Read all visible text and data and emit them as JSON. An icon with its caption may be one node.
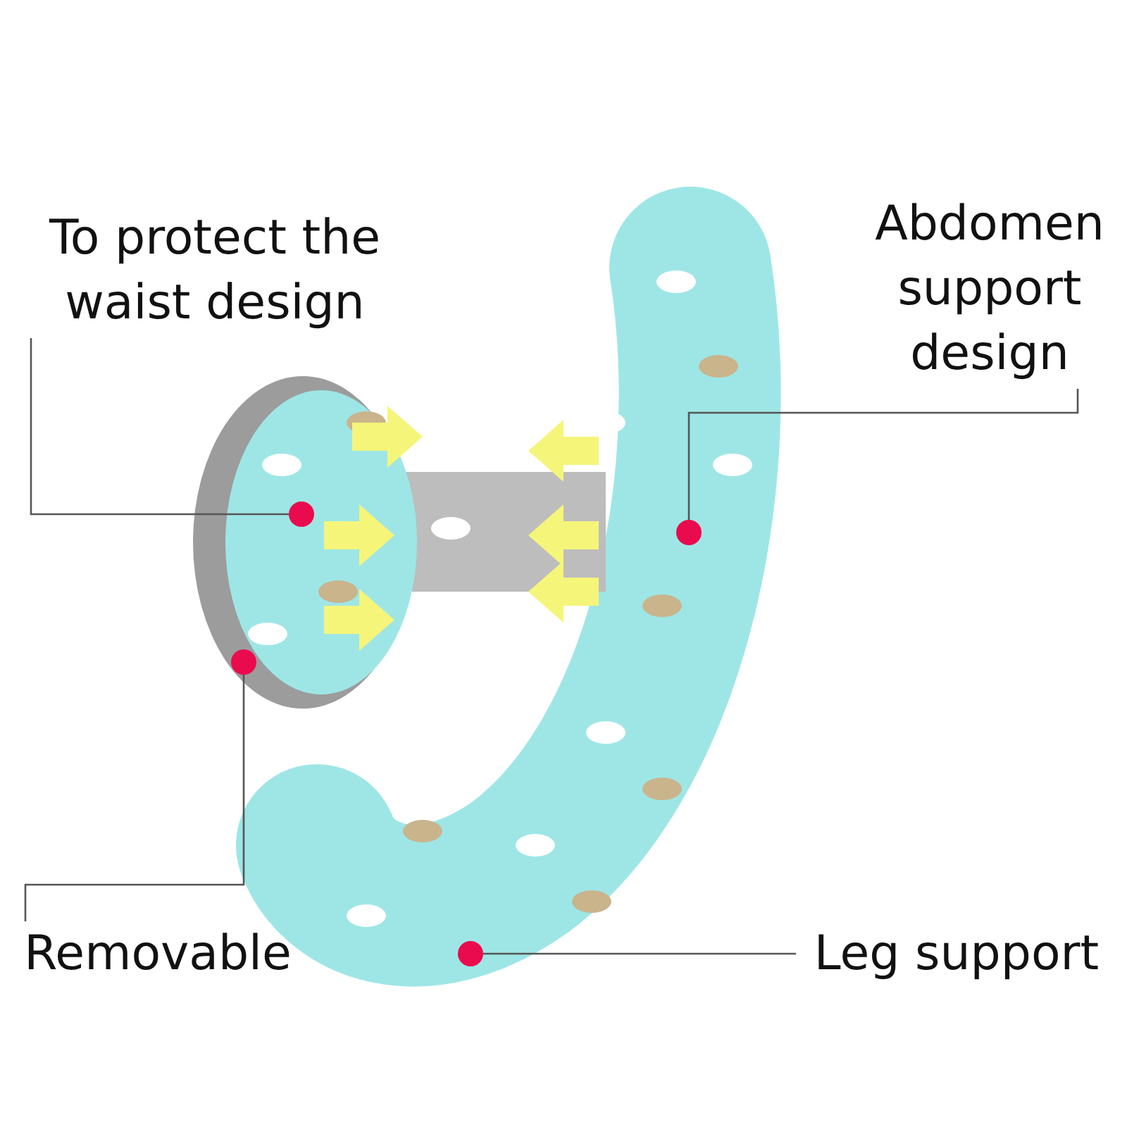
{
  "diagram": {
    "nodes": [
      {
        "text": [
          "To protect the waist design"
        ]
      },
      {
        "text": [
          "Abdomen support design"
        ]
      },
      {
        "text": [],
        "shape": "circle"
      },
      {
        "text": [],
        "shape": "circle"
      },
      {
        "text": [],
        "shape": "circle"
      },
      {
        "text": [
          "Removable"
        ]
      },
      {
        "text": [],
        "shape": "circle"
      },
      {
        "text": [
          "Leg support"
        ]
      }
    ],
    "edges": [
      {
        "from": 0,
        "to": 2,
        "arrow": "none"
      },
      {
        "from": 1,
        "to": 3,
        "arrow": "none"
      },
      {
        "from": 5,
        "to": 4,
        "arrow": "none"
      },
      {
        "from": 7,
        "to": 6,
        "arrow": "none"
      }
    ]
  }
}
